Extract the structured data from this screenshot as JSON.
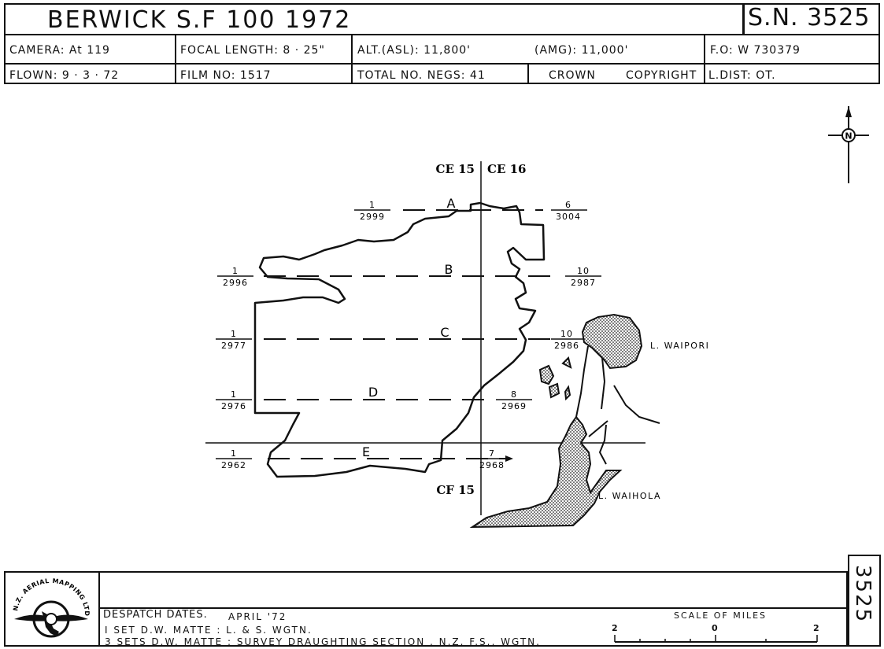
{
  "header": {
    "title": "BERWICK   S.F  100   1972",
    "sheet_number": "S.N. 3525",
    "row1": {
      "camera": "CAMERA:  At 119",
      "focal": "FOCAL LENGTH:  8 · 25\"",
      "alt": "ALT.(ASL):  11,800'",
      "amg": "(AMG):  11,000'",
      "fo": "F.O:  W 730379"
    },
    "row2": {
      "flown": "FLOWN:  9 · 3 · 72",
      "film": "FILM NO:  1517",
      "negs": "TOTAL NO. NEGS: 41",
      "crown": "CROWN",
      "copyright": "COPYRIGHT",
      "ldist": "L.DIST:  OT."
    }
  },
  "map": {
    "north": "N",
    "grid_labels": {
      "ce15": "CE 15",
      "ce16": "CE 16",
      "cf15": "CF 15"
    },
    "runs": [
      {
        "letter": "A",
        "left_num": "1",
        "left_den": "2999",
        "right_num": "6",
        "right_den": "3004"
      },
      {
        "letter": "B",
        "left_num": "1",
        "left_den": "2996",
        "right_num": "10",
        "right_den": "2987"
      },
      {
        "letter": "C",
        "left_num": "1",
        "left_den": "2977",
        "right_num": "10",
        "right_den": "2986"
      },
      {
        "letter": "D",
        "left_num": "1",
        "left_den": "2976",
        "right_num": "8",
        "right_den": "2969"
      },
      {
        "letter": "E",
        "left_num": "1",
        "left_den": "2962",
        "right_num": "7",
        "right_den": "2968"
      }
    ],
    "lakes": {
      "waipori": "L. WAIPORI",
      "waihola": "L. WAIHOLA"
    }
  },
  "footer": {
    "logo_text": "N.Z. AERIAL MAPPING LTD.",
    "despatch": "DESPATCH DATES.",
    "despatch_date": "APRIL  '72",
    "line1": "I  SET  D.W. MATTE : L. & S.  WGTN.",
    "line2": "3  SETS  D.W. MATTE : SURVEY   DRAUGHTING   SECTION , N.Z. F.S.,  WGTN.",
    "scale_title": "SCALE  OF  MILES",
    "scale_left": "2",
    "scale_mid": "0",
    "scale_right": "2",
    "vertical_number": "3525"
  }
}
